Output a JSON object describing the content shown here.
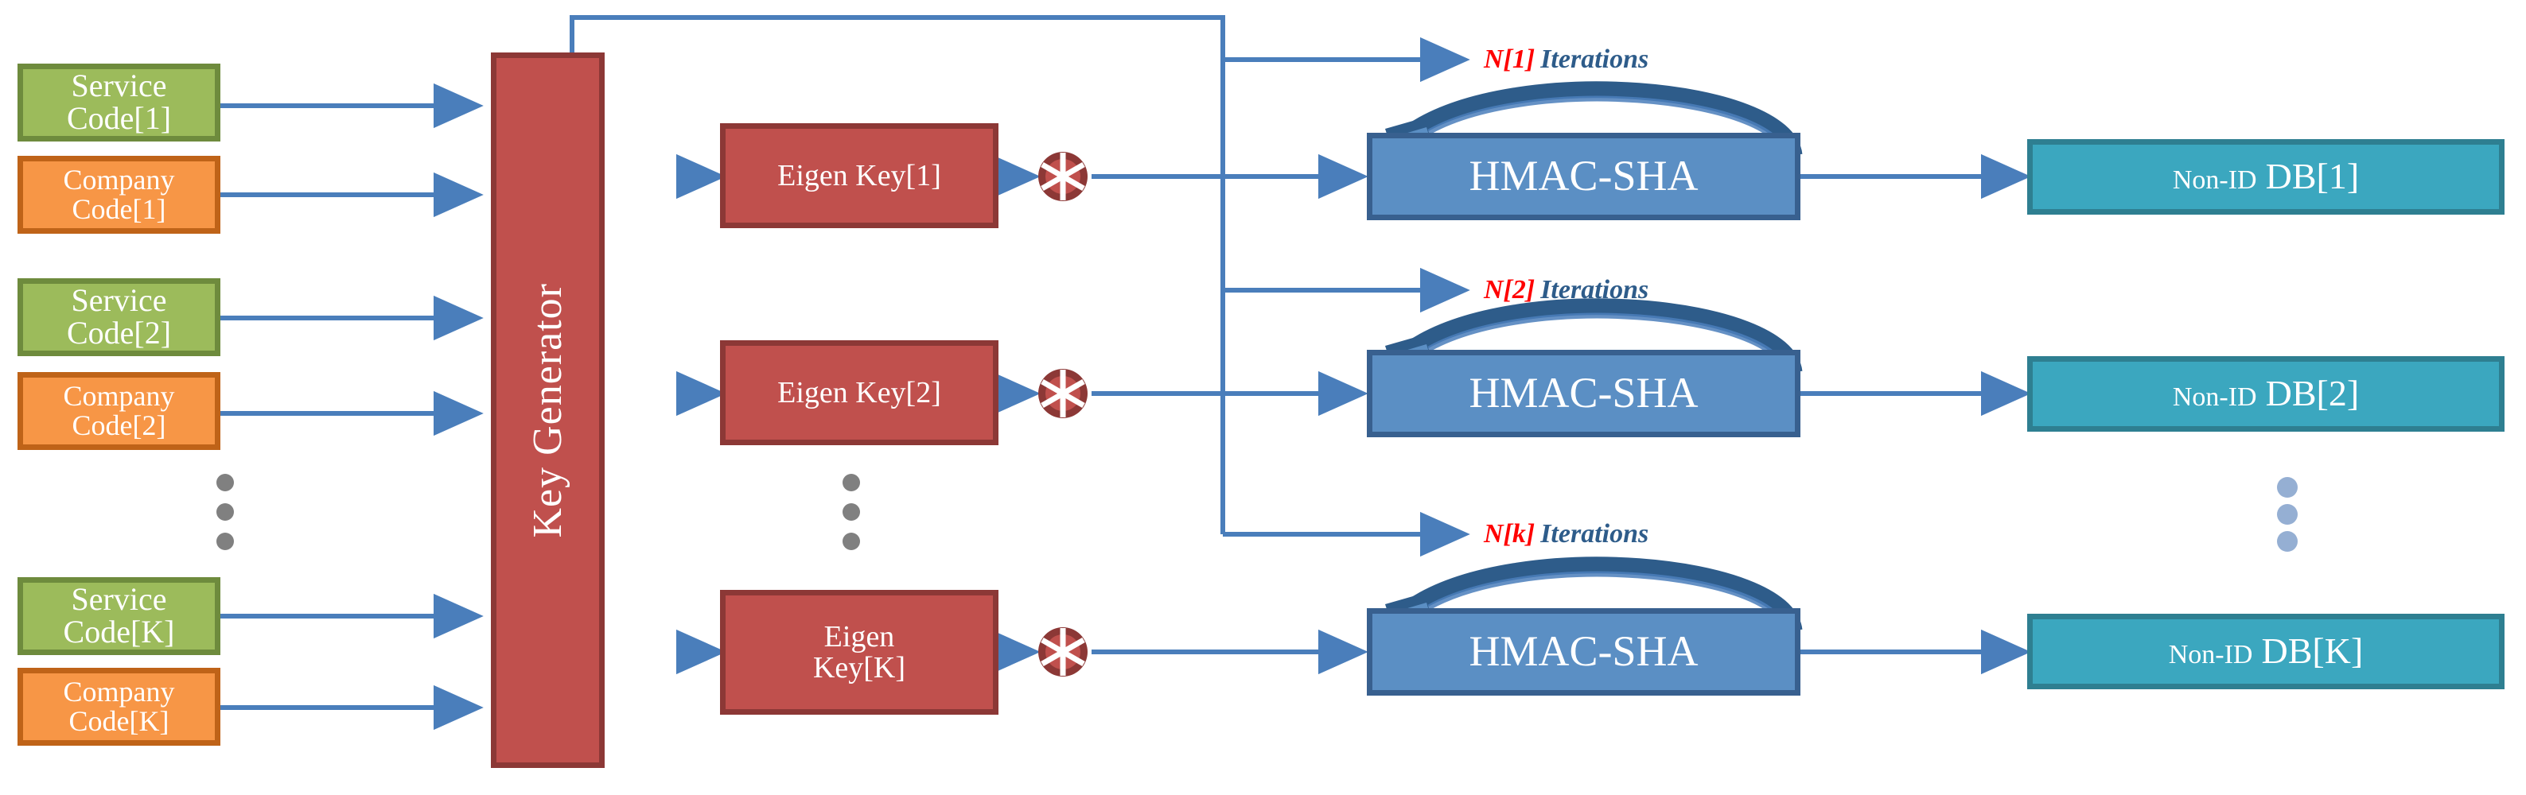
{
  "diagram": {
    "title": "Non-ID DB generation pipeline",
    "colors": {
      "service_fill": "#9CBB5B",
      "service_border": "#6E8B3D",
      "company_fill": "#F79646",
      "company_border": "#BF6318",
      "key_fill": "#C0504D",
      "key_border": "#8C3836",
      "hmac_fill": "#5B8FC4",
      "hmac_border": "#38608F",
      "db_fill": "#3BA7BF",
      "db_border": "#2E7F91",
      "wire": "#4A7EBB",
      "arc": "#2E5C8A",
      "iteration_n": "#FF0000",
      "iteration_word": "#2E5C8A",
      "ellipsis_grey": "#808080",
      "ellipsis_blue": "#95AFD3"
    }
  },
  "inputs": {
    "service_codes": [
      "Service Code[1]",
      "Service Code[2]",
      "Service Code[K]"
    ],
    "company_codes": [
      "Company Code[1]",
      "Company Code[2]",
      "Company Code[K]"
    ],
    "ellipsis": "vertical-ellipsis"
  },
  "key_generator": {
    "label": "Key Generator"
  },
  "eigen_keys": [
    {
      "line1": "Eigen Key[1]",
      "line2": ""
    },
    {
      "line1": "Eigen Key[2]",
      "line2": ""
    },
    {
      "line1": "Eigen",
      "line2": "Key[K]"
    }
  ],
  "combiners": [
    {
      "symbol": "✳",
      "name": "asterisk-combiner-1"
    },
    {
      "symbol": "✳",
      "name": "asterisk-combiner-2"
    },
    {
      "symbol": "✳",
      "name": "asterisk-combiner-3"
    }
  ],
  "hash_blocks": [
    {
      "label": "HMAC-SHA",
      "iteration_n": "N[1]",
      "iteration_word": "Iterations"
    },
    {
      "label": "HMAC-SHA",
      "iteration_n": "N[2]",
      "iteration_word": "Iterations"
    },
    {
      "label": "HMAC-SHA",
      "iteration_n": "N[k]",
      "iteration_word": "Iterations"
    }
  ],
  "outputs": [
    {
      "prefix": "Non-ID",
      "suffix": "DB[1]"
    },
    {
      "prefix": "Non-ID",
      "suffix": "DB[2]"
    },
    {
      "prefix": "Non-ID",
      "suffix": "DB[K]"
    }
  ]
}
